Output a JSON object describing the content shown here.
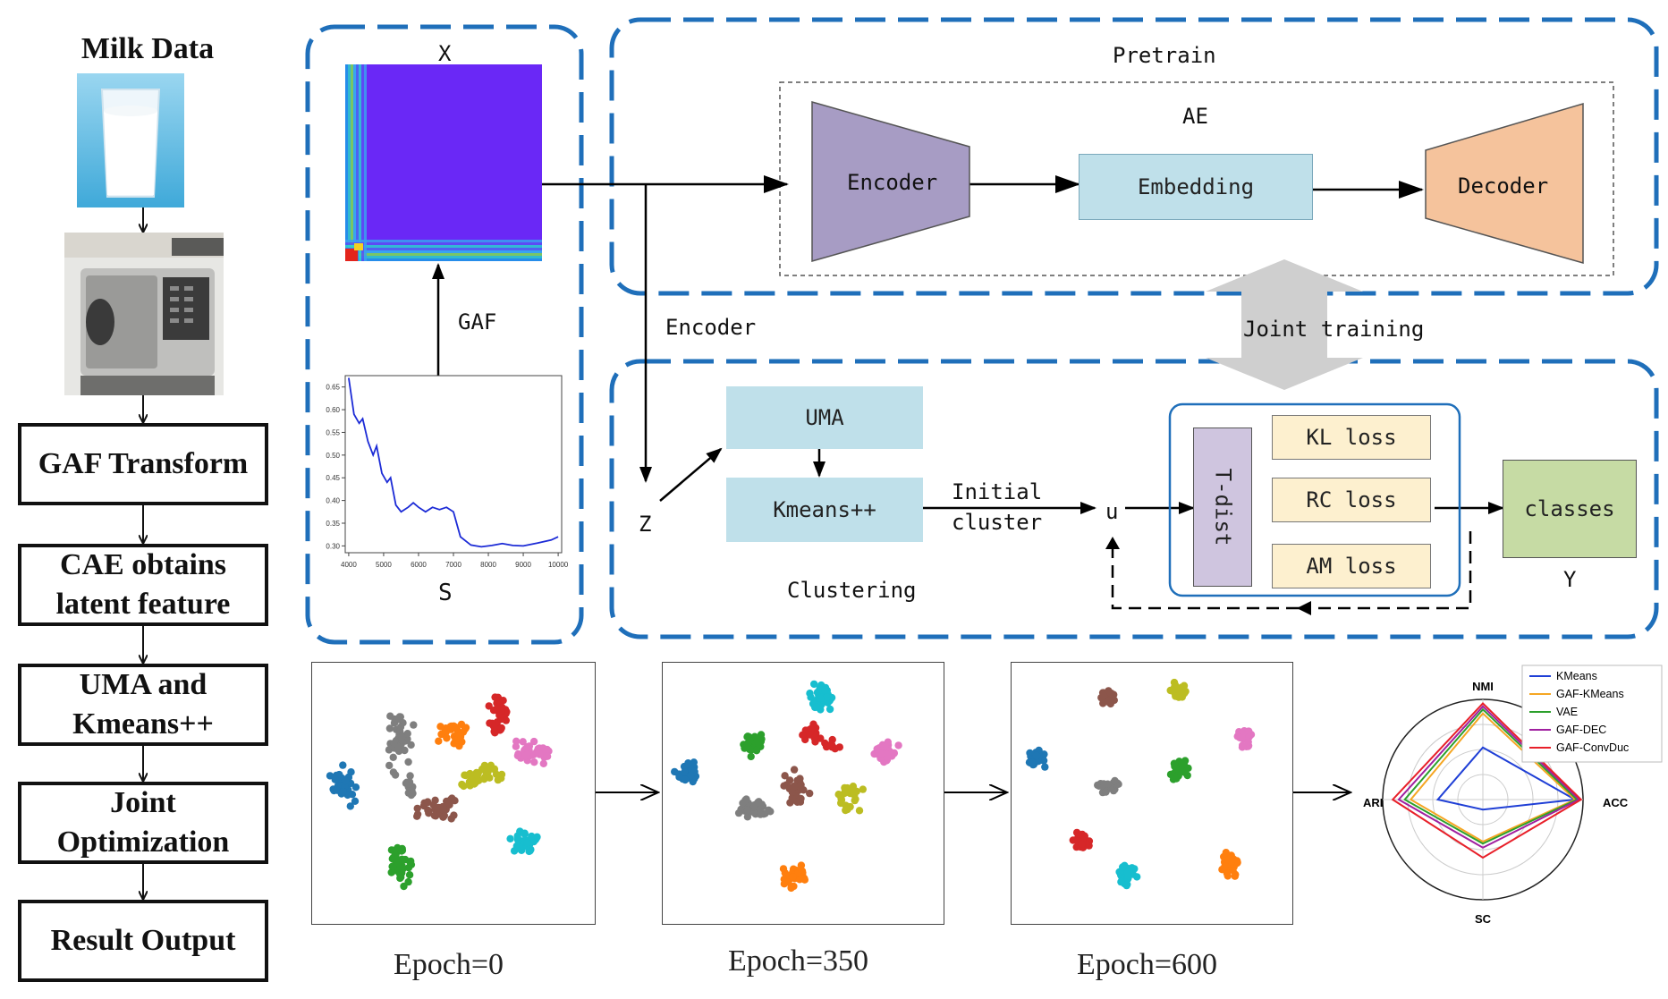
{
  "flow": {
    "title": "Milk Data",
    "steps": [
      "GAF Transform",
      "CAE obtains latent  feature",
      "UMA and Kmeans++",
      "Joint Optimization",
      "Result Output"
    ]
  },
  "gaf_panel": {
    "matrix_label": "X",
    "transform_label": "GAF",
    "series_label": "S",
    "spectrum_chart": {
      "type": "line",
      "x_ticks": [
        "4000",
        "5000",
        "6000",
        "7000",
        "8000",
        "9000",
        "10000"
      ],
      "y_ticks": [
        "0.30",
        "0.35",
        "0.40",
        "0.45",
        "0.50",
        "0.55",
        "0.60",
        "0.65"
      ],
      "xlim": [
        3900,
        10100
      ],
      "ylim": [
        0.285,
        0.675
      ]
    }
  },
  "pretrain": {
    "title": "Pretrain",
    "ae_label": "AE",
    "encoder": "Encoder",
    "embedding": "Embedding",
    "decoder": "Decoder"
  },
  "joint_training": "Joint training",
  "encoder_branch": "Encoder",
  "clustering": {
    "title": "Clustering",
    "z_label": "Z",
    "uma": "UMA",
    "kmeans": "Kmeans++",
    "initial_cluster_line1": "Initial",
    "initial_cluster_line2": "cluster",
    "u_label": "u",
    "tdist": "T-dist",
    "losses": [
      "KL loss",
      "RC loss",
      "AM loss"
    ],
    "classes": "classes",
    "y_label": "Y"
  },
  "epochs": [
    "Epoch=0",
    "Epoch=350",
    "Epoch=600"
  ],
  "colors": {
    "dash_blue": "#1f6fba",
    "ae_purple": "#a79cc4",
    "embed_blue": "#bfe0ea",
    "decoder_orange": "#f5c39c",
    "loss_yellow": "#fdf0cf",
    "tdist_purple": "#cfc5df",
    "classes_green": "#c6dba4",
    "matrix_purple": "#6a28f6"
  },
  "radar": {
    "axes": [
      "NMI",
      "ACC",
      "SC",
      "ARI"
    ],
    "legend": [
      "KMeans",
      "GAF-KMeans",
      "VAE",
      "GAF-DEC",
      "GAF-ConvDuc"
    ],
    "series_colors": [
      "#1f3fd6",
      "#f5a623",
      "#2ca02c",
      "#a020a0",
      "#e8202a"
    ]
  }
}
